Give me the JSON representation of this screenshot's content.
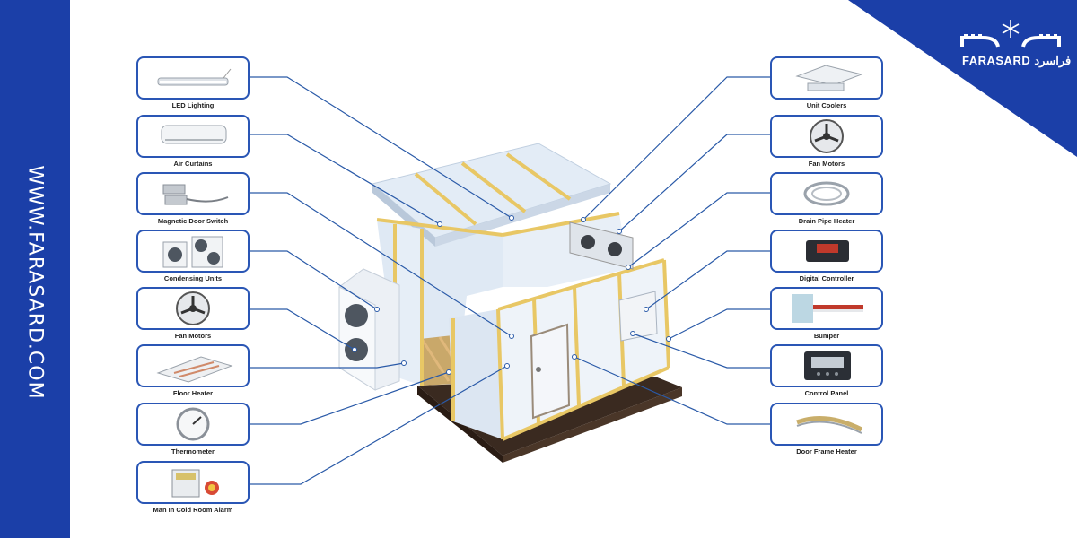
{
  "website": "WWW.FARASARD.COM",
  "logo": {
    "text": "FARASARD",
    "script": "فراسرد"
  },
  "colors": {
    "brand_blue": "#1b3fa8",
    "card_border": "#2a56b5",
    "frame": "#e8c765",
    "leader": "#2a5aa8"
  },
  "left_items": [
    {
      "label": "LED Lighting",
      "icon": "led-light-icon"
    },
    {
      "label": "Air Curtains",
      "icon": "air-curtain-icon"
    },
    {
      "label": "Magnetic Door Switch",
      "icon": "door-switch-icon"
    },
    {
      "label": "Condensing Units",
      "icon": "condensing-unit-icon"
    },
    {
      "label": "Fan Motors",
      "icon": "fan-icon"
    },
    {
      "label": "Floor Heater",
      "icon": "floor-heater-icon"
    },
    {
      "label": "Thermometer",
      "icon": "thermometer-icon"
    },
    {
      "label": "Man In Cold Room Alarm",
      "icon": "alarm-icon"
    }
  ],
  "right_items": [
    {
      "label": "Unit Coolers",
      "icon": "unit-cooler-icon"
    },
    {
      "label": "Fan Motors",
      "icon": "fan-icon"
    },
    {
      "label": "Drain Pipe Heater",
      "icon": "cable-coil-icon"
    },
    {
      "label": "Digital Controller",
      "icon": "digital-controller-icon"
    },
    {
      "label": "Bumper",
      "icon": "bumper-icon"
    },
    {
      "label": "Control Panel",
      "icon": "control-panel-icon"
    },
    {
      "label": "Door Frame Heater",
      "icon": "heater-strip-icon"
    }
  ]
}
